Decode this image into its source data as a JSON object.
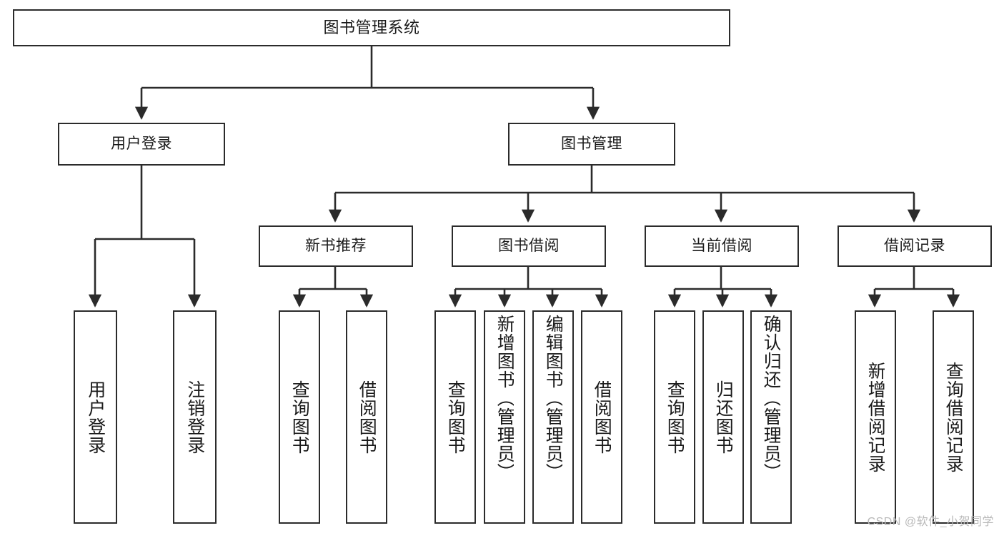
{
  "diagram": {
    "title": "图书管理系统",
    "type": "tree-hierarchy-chart",
    "watermark": "CSDN @软件_小贺同学",
    "colors": {
      "box_border": "#2b2b2b",
      "box_fill": "#ffffff",
      "edge": "#2b2b2b",
      "text": "#1a1a1a",
      "watermark": "#b9b9b9",
      "background": "#ffffff"
    },
    "root": {
      "label": "图书管理系统"
    },
    "level1": [
      {
        "label": "用户登录"
      },
      {
        "label": "图书管理"
      }
    ],
    "level2": [
      {
        "label": "新书推荐"
      },
      {
        "label": "图书借阅"
      },
      {
        "label": "当前借阅"
      },
      {
        "label": "借阅记录"
      }
    ],
    "leaves": {
      "user_login": [
        {
          "label": "用户登录"
        },
        {
          "label": "注销登录"
        }
      ],
      "new_book_recommend": [
        {
          "label": "查询图书"
        },
        {
          "label": "借阅图书"
        }
      ],
      "book_borrow": [
        {
          "label": "查询图书"
        },
        {
          "label": "新增图书（管理员）"
        },
        {
          "label": "编辑图书（管理员）"
        },
        {
          "label": "借阅图书"
        }
      ],
      "current_borrow": [
        {
          "label": "查询图书"
        },
        {
          "label": "归还图书"
        },
        {
          "label": "确认归还（管理员）"
        }
      ],
      "borrow_records": [
        {
          "label": "新增借阅记录"
        },
        {
          "label": "查询借阅记录"
        }
      ]
    }
  }
}
